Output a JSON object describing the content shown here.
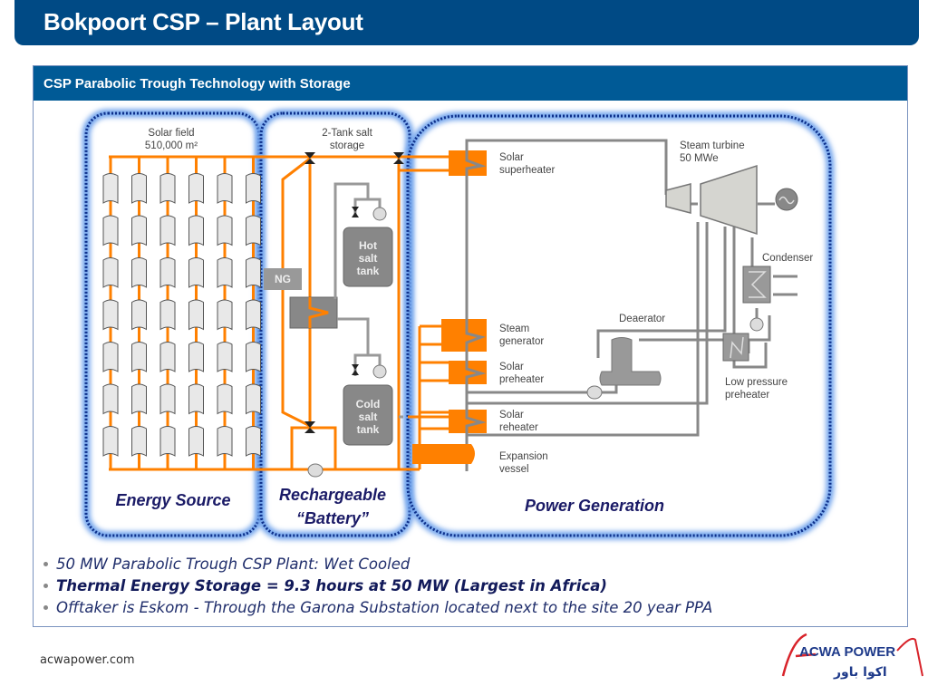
{
  "slide": {
    "title": "Bokpoort CSP – Plant Layout",
    "panel_title": "CSP Parabolic Trough Technology with Storage"
  },
  "diagram": {
    "solar_field": {
      "label_line1": "Solar field",
      "label_line2": "510,000 m²",
      "collector_columns": 6,
      "collector_rows": 7
    },
    "storage": {
      "label_line1": "2-Tank salt",
      "label_line2": "storage",
      "ng_label": "NG",
      "hot_tank": [
        "Hot",
        "salt",
        "tank"
      ],
      "cold_tank": [
        "Cold",
        "salt",
        "tank"
      ]
    },
    "components": {
      "superheater": [
        "Solar",
        "superheater"
      ],
      "steam_generator": [
        "Steam",
        "generator"
      ],
      "preheater": [
        "Solar",
        "preheater"
      ],
      "reheater": [
        "Solar",
        "reheater"
      ],
      "expansion_vessel": [
        "Expansion",
        "vessel"
      ],
      "steam_turbine": [
        "Steam turbine",
        "50 MWe"
      ],
      "condenser": "Condenser",
      "deaerator": "Deaerator",
      "lp_preheater": [
        "Low pressure",
        "preheater"
      ]
    },
    "zones": {
      "energy_source": "Energy Source",
      "battery_line1": "Rechargeable",
      "battery_line2": "“Battery”",
      "power_generation": "Power Generation"
    },
    "colors": {
      "htf_orange": "#ff8000",
      "water_gray": "#888888",
      "zone_blue": "#1a4fa0",
      "header_blue": "#004a85"
    }
  },
  "bullets": [
    {
      "text": "50 MW Parabolic Trough CSP Plant: Wet Cooled",
      "bold": false
    },
    {
      "text": "Thermal Energy Storage = 9.3 hours at 50 MW (Largest in Africa)",
      "bold": true
    },
    {
      "text": "Offtaker is Eskom - Through the Garona Substation located next to the site 20 year PPA",
      "bold": false
    }
  ],
  "footer": {
    "url": "acwapower.com",
    "logo_text": "ACWA POWER",
    "logo_arabic": "اكوا باور"
  }
}
